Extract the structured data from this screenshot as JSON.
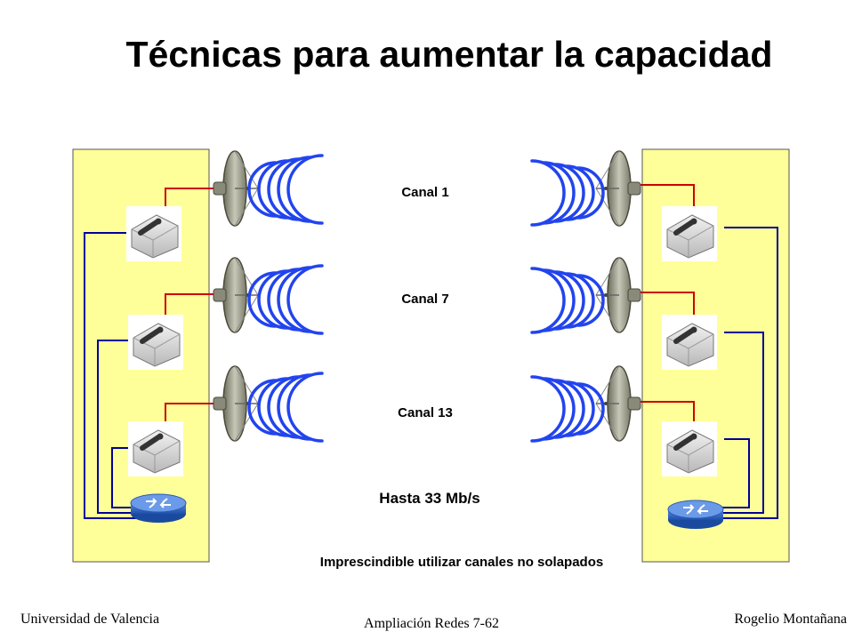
{
  "slide": {
    "title": "Técnicas para aumentar la capacidad"
  },
  "channels": [
    {
      "label": "Canal 1"
    },
    {
      "label": "Canal 7"
    },
    {
      "label": "Canal 13"
    }
  ],
  "speed_label": "Hasta 33 Mb/s",
  "note": "Imprescindible utilizar canales no solapados",
  "footer": {
    "left": "Universidad de Valencia",
    "center": "Ampliación Redes 7-62",
    "right": "Rogelio Montañana"
  },
  "colors": {
    "building": "#ffff99",
    "link_red": "#cc0000",
    "link_blue": "#000099",
    "wave": "#2244ee",
    "router": "#3366cc"
  }
}
